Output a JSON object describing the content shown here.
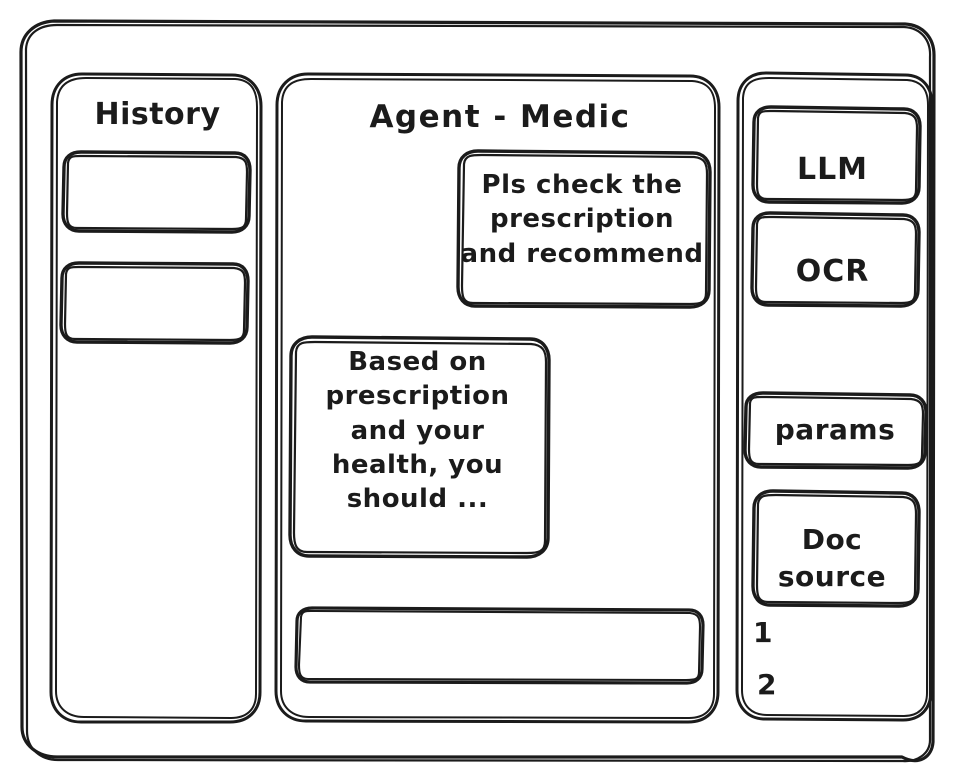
{
  "meta": {
    "style": "hand-drawn wireframe",
    "stroke_color": "#1b1b1b",
    "background_color": "#ffffff"
  },
  "window": {
    "name": "app-window-frame"
  },
  "sidebar_left": {
    "title": "History",
    "items": [
      {
        "label": ""
      },
      {
        "label": ""
      }
    ]
  },
  "main": {
    "title": "Agent - Medic",
    "messages": [
      {
        "role": "user",
        "text": "Pls check the\nprescription\nand recommend"
      },
      {
        "role": "assistant",
        "text": "Based on\nprescription\nand your\nhealth, you\nshould ..."
      }
    ],
    "composer": {
      "value": "",
      "placeholder": ""
    }
  },
  "sidebar_right": {
    "cards": [
      {
        "label": "LLM"
      },
      {
        "label": "OCR"
      },
      {
        "label": "params"
      },
      {
        "label": "Doc\nsource"
      }
    ],
    "sources": [
      {
        "label": "1"
      },
      {
        "label": "2"
      }
    ]
  }
}
